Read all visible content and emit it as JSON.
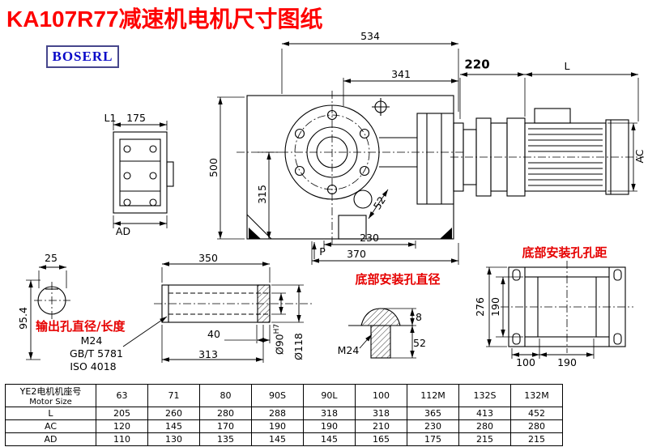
{
  "title": "KA107R77减速机电机尺寸图纸",
  "logo_text": "BOSERL",
  "colors": {
    "title_red": "#fe0000",
    "note_red": "#e60000",
    "logo_blue": "#0808c8",
    "line_black": "#000000"
  },
  "views": {
    "input_side": {
      "l1": "L1",
      "len_175": "175",
      "ad": "AD"
    },
    "front": {
      "w_534": "534",
      "w_341": "341",
      "h_500": "500",
      "h_315": "315",
      "d_52": "52",
      "w_230": "230",
      "w_370": "370",
      "p": "P"
    },
    "motor": {
      "w_220": "220",
      "len_l": "L",
      "ac": "AC"
    },
    "shaft_section": {
      "key_25": "25",
      "h_95_4": "95.4"
    },
    "shaft_detail": {
      "len_350": "350",
      "len_40": "40",
      "len_313": "313",
      "bore": "Ø90",
      "bore_tol": "H7",
      "od_118": "Ø118"
    },
    "output_note": {
      "text": "输出孔直径/长度",
      "thread": "M24",
      "std_gb": "GB/T 5781",
      "std_iso": "ISO 4018"
    },
    "bottom_hole": {
      "note": "底部安装孔直径",
      "thread": "M24",
      "h_8": "8",
      "h_52": "52"
    },
    "bottom_view": {
      "note": "底部安装孔孔距",
      "h_276": "276",
      "h_190": "190",
      "w_100": "100",
      "w_190": "190"
    }
  },
  "table": {
    "header_cn": "YE2电机机座号",
    "header_en": "Motor Size",
    "sizes": [
      "63",
      "71",
      "80",
      "90S",
      "90L",
      "100",
      "112M",
      "132S",
      "132M"
    ],
    "rows": [
      {
        "label": "L",
        "values": [
          "205",
          "260",
          "280",
          "288",
          "318",
          "318",
          "365",
          "413",
          "452"
        ]
      },
      {
        "label": "AC",
        "values": [
          "120",
          "145",
          "170",
          "190",
          "190",
          "210",
          "230",
          "280",
          "280"
        ]
      },
      {
        "label": "AD",
        "values": [
          "110",
          "130",
          "135",
          "145",
          "145",
          "165",
          "175",
          "215",
          "215"
        ]
      }
    ]
  }
}
